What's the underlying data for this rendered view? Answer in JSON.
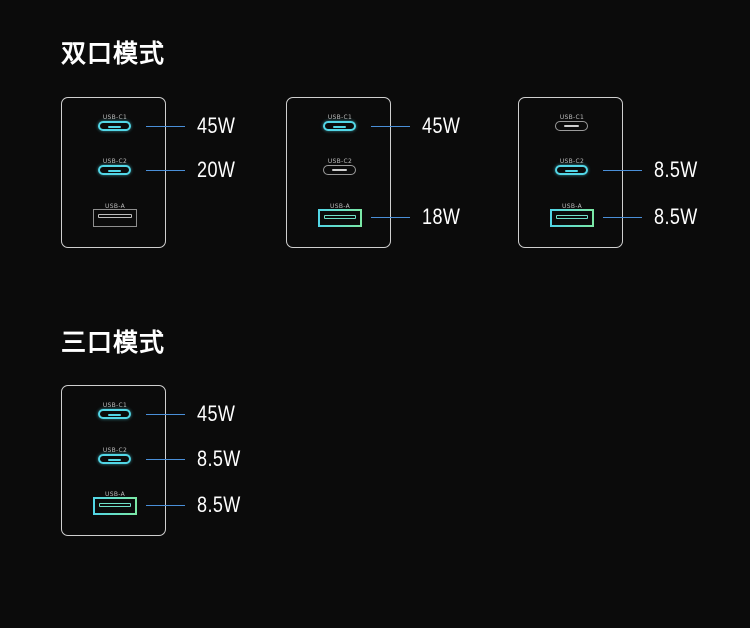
{
  "dual": {
    "title": "双口模式",
    "cards": [
      {
        "ports": [
          {
            "label": "USB-C1",
            "active": true,
            "watt": "45W"
          },
          {
            "label": "USB-C2",
            "active": true,
            "watt": "20W"
          },
          {
            "label": "USB-A",
            "active": false,
            "watt": ""
          }
        ]
      },
      {
        "ports": [
          {
            "label": "USB-C1",
            "active": true,
            "watt": "45W"
          },
          {
            "label": "USB-C2",
            "active": false,
            "watt": ""
          },
          {
            "label": "USB-A",
            "active": true,
            "watt": "18W"
          }
        ]
      },
      {
        "ports": [
          {
            "label": "USB-C1",
            "active": false,
            "watt": ""
          },
          {
            "label": "USB-C2",
            "active": true,
            "watt": "8.5W"
          },
          {
            "label": "USB-A",
            "active": true,
            "watt": "8.5W"
          }
        ]
      }
    ]
  },
  "triple": {
    "title": "三口模式",
    "cards": [
      {
        "ports": [
          {
            "label": "USB-C1",
            "active": true,
            "watt": "45W"
          },
          {
            "label": "USB-C2",
            "active": true,
            "watt": "8.5W"
          },
          {
            "label": "USB-A",
            "active": true,
            "watt": "8.5W"
          }
        ]
      }
    ]
  },
  "colors": {
    "active": "#52d6e6",
    "line": "#4a8fd8",
    "border": "#cfcfcf",
    "background": "#0b0b0b"
  }
}
